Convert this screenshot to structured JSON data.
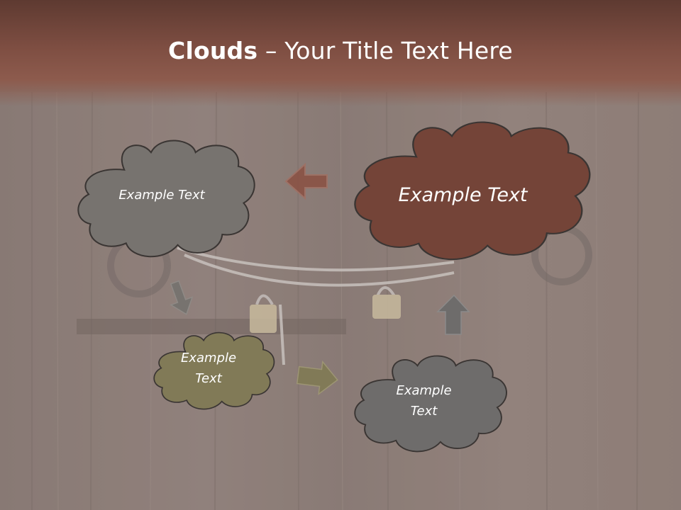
{
  "slide": {
    "title": {
      "bold": "Clouds",
      "separator": " – ",
      "rest": "Your Title Text Here"
    }
  },
  "clouds": {
    "top_left": {
      "text": "Example Text",
      "color": "#77736f"
    },
    "top_right": {
      "text": "Example Text",
      "color": "#744438"
    },
    "bottom_left": {
      "text": "Example Text",
      "color": "#817a57"
    },
    "bottom_right": {
      "text": "Example Text",
      "color": "#6e6c6b"
    }
  },
  "arrows": {
    "left": {
      "color": "#8a5245"
    },
    "down": {
      "color": "#77736f"
    },
    "right": {
      "color": "#817a57"
    },
    "up": {
      "color": "#6e6c6b"
    }
  },
  "theme": {
    "header_color": "#7e4e42",
    "wood_color": "#8a7a73",
    "outline": "#3a3533"
  }
}
